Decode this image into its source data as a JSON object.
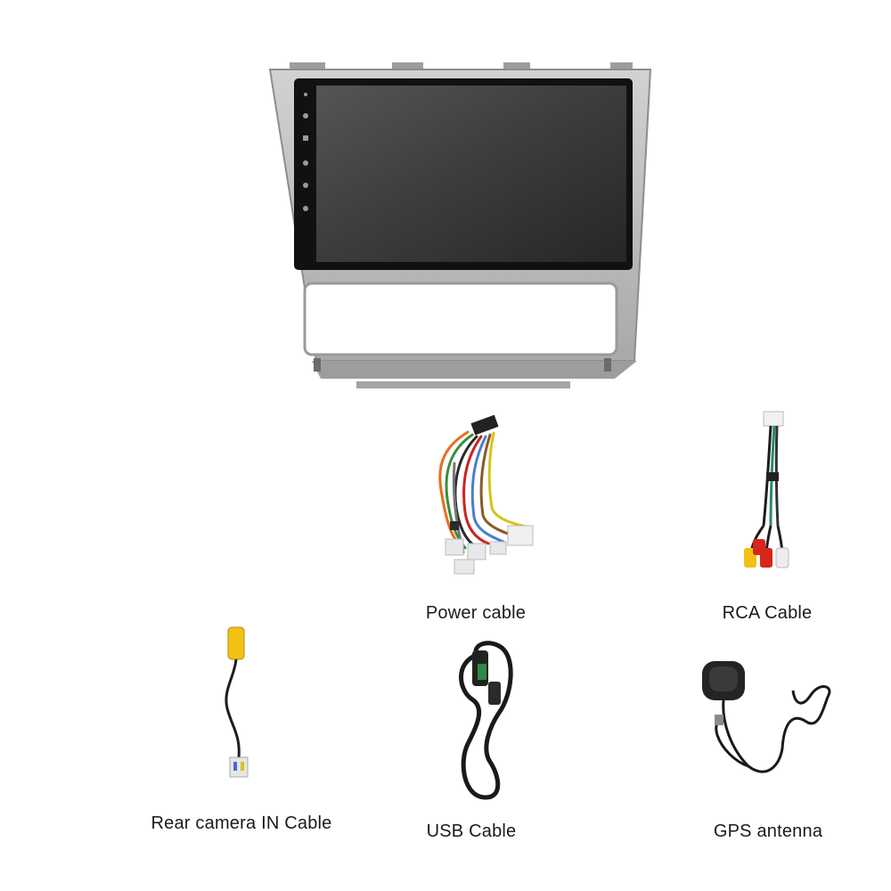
{
  "items": [
    {
      "label": "Power cable"
    },
    {
      "label": "RCA Cable"
    },
    {
      "label": "Rear camera IN Cable"
    },
    {
      "label": "USB Cable"
    },
    {
      "label": "GPS antenna"
    }
  ],
  "colors": {
    "frame": "#b9b9bb",
    "frame_dark": "#8f8f92",
    "screen": "#3a3a3a",
    "cable": "#1c1c1c",
    "rca_red": "#d8261c",
    "rca_yellow": "#f2c114",
    "rca_white": "#ececec"
  },
  "icons": [
    "stereo-head-unit-icon",
    "power-cable-icon",
    "rca-cable-icon",
    "rear-camera-cable-icon",
    "usb-cable-icon",
    "gps-antenna-icon"
  ]
}
